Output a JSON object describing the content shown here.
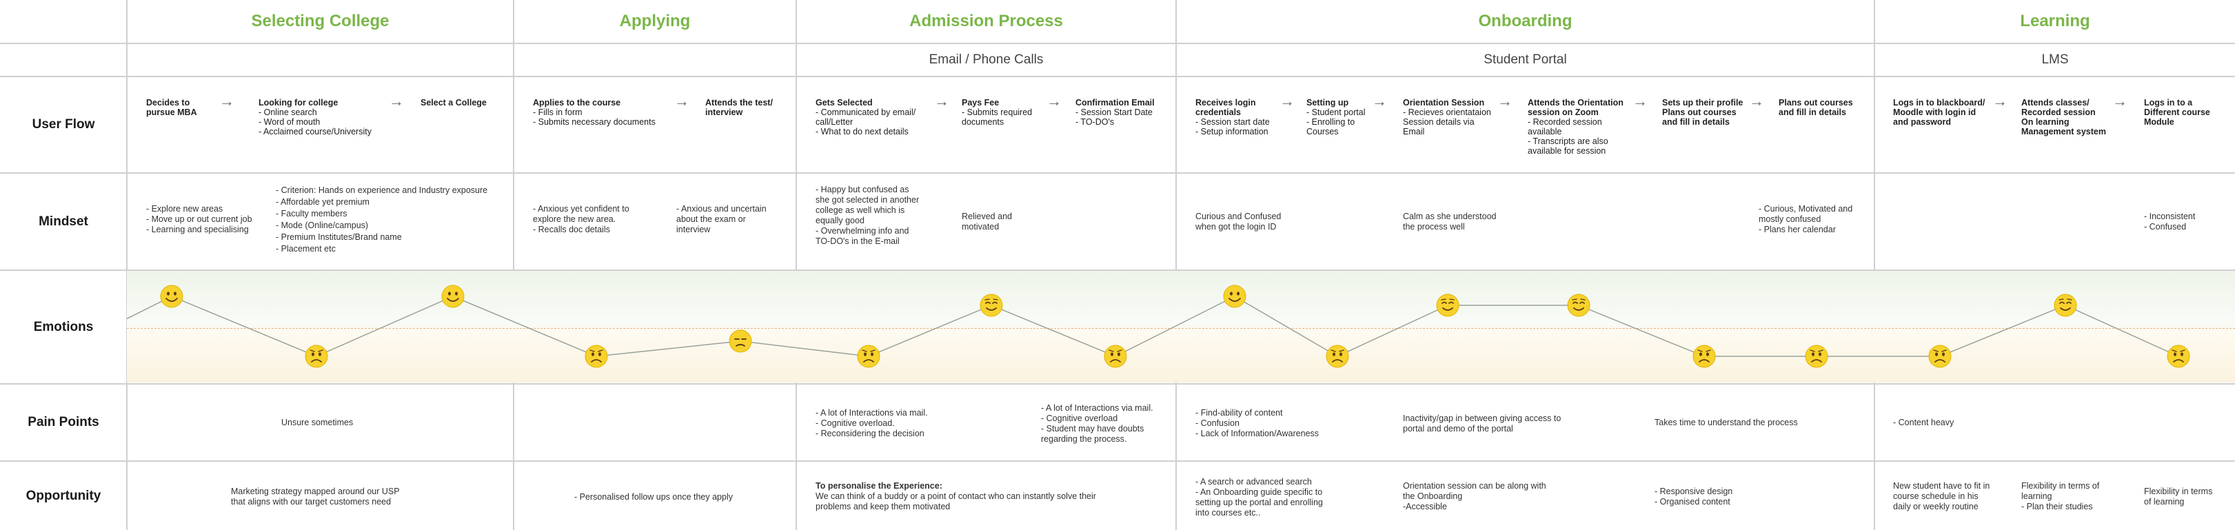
{
  "phases": [
    "Selecting College",
    "Applying",
    "Admission Process",
    "Onboarding",
    "Learning"
  ],
  "channels": [
    "Email / Phone Calls",
    "Student Portal",
    "LMS"
  ],
  "rows": [
    "User Flow",
    "Mindset",
    "Emotions",
    "Pain Points",
    "Opportunity"
  ],
  "user_flow": [
    {
      "title": "Decides to\npursue MBA",
      "detail": ""
    },
    {
      "title": "Looking for college",
      "detail": "- Online search\n- Word of mouth\n- Acclaimed course/University"
    },
    {
      "title": "Select a College",
      "detail": ""
    },
    {
      "title": "Applies to the course",
      "detail": "- Fills in form\n- Submits necessary documents"
    },
    {
      "title": "Attends the test/\ninterview",
      "detail": ""
    },
    {
      "title": "Gets Selected",
      "detail": "- Communicated by email/\n  call/Letter\n- What to do next details"
    },
    {
      "title": "Pays Fee",
      "detail": "- Submits required\n  documents"
    },
    {
      "title": "Confirmation Email",
      "detail": "- Session Start Date\n- TO-DO's"
    },
    {
      "title": "Receives login\ncredentials",
      "detail": "- Session start date\n- Setup information"
    },
    {
      "title": "Setting up",
      "detail": "- Student portal\n- Enrolling to\n  Courses"
    },
    {
      "title": "Orientation Session",
      "detail": "- Recieves orientataion\n  Session details via\n  Email"
    },
    {
      "title": "Attends the Orientation\nsession on Zoom",
      "detail": "- Recorded session\n  available\n- Transcripts are also\n  available for session"
    },
    {
      "title": "Sets up their profile\nPlans out courses\nand fill in details",
      "detail": ""
    },
    {
      "title": "Plans out courses\nand fill in details",
      "detail": ""
    },
    {
      "title": "Logs in to blackboard/\nMoodle with login id\nand password",
      "detail": ""
    },
    {
      "title": "Attends classes/\nRecorded session\nOn learning\nManagement system",
      "detail": ""
    },
    {
      "title": "Logs in to a\nDifferent course\nModule",
      "detail": ""
    }
  ],
  "mindset": [
    "- Explore new areas\n- Move up or out current job\n- Learning and specialising",
    "- Criterion: Hands on experience and Industry exposure\n- Affordable yet premium\n- Faculty members\n- Mode (Online/campus)\n- Premium Institutes/Brand name\n- Placement etc",
    "- Anxious yet confident to\n  explore the new area.\n- Recalls doc details",
    "- Anxious and uncertain\n  about the exam or\n  interview",
    "- Happy but confused as\n  she got selected in another\n  college as well which is\n  equally good\n- Overwhelming info and\n  TO-DO's in the E-mail",
    "Relieved and\nmotivated",
    "Curious and Confused\nwhen got the login ID",
    "Calm as she understood\nthe process well",
    "- Curious, Motivated and\n  mostly confused\n- Plans her calendar",
    "- Inconsistent\n- Confused"
  ],
  "emotions": {
    "faces": [
      "happy",
      "sad",
      "happy",
      "sad",
      "annoyed",
      "sad",
      "content",
      "sad",
      "happy",
      "sad",
      "content",
      "content",
      "sad",
      "sad",
      "sad",
      "content",
      "sad"
    ],
    "levels": [
      0.85,
      0.18,
      0.85,
      0.18,
      0.35,
      0.18,
      0.75,
      0.18,
      0.85,
      0.18,
      0.75,
      0.75,
      0.18,
      0.18,
      0.18,
      0.75,
      0.18
    ]
  },
  "pain_points": [
    "Unsure sometimes",
    "- A lot of Interactions via mail.\n- Cognitive overload.\n- Reconsidering the decision",
    "- A lot of Interactions via mail.\n- Cognitive overload\n- Student may have doubts\n  regarding the process.",
    "- Find-ability of content\n- Confusion\n- Lack of Information/Awareness",
    "Inactivity/gap in between giving access to\nportal and demo of the portal",
    "Takes time to understand the process",
    "- Content heavy"
  ],
  "opportunity": [
    "Marketing strategy mapped around our USP\nthat aligns with our target customers need",
    "- Personalised follow ups once they apply",
    {
      "title": "To personalise the Experience:",
      "body": "We can think of a buddy or a point of contact who can instantly solve their\nproblems and keep them motivated"
    },
    "- A search or advanced search\n- An Onboarding guide specific to\n  setting up the portal and enrolling\n  into courses etc..",
    "Orientation session can be along with\nthe Onboarding\n-Accessible",
    "- Responsive design\n- Organised content",
    "New student have to fit in\ncourse schedule in his\ndaily or weekly routine",
    "Flexibility in terms of\nlearning\n- Plan their studies",
    "Flexibility in terms\nof learning"
  ],
  "arrow_glyph": "→",
  "colors": {
    "phase": "#7ab648",
    "face": "#f7d12c",
    "dash": "#e8b27a"
  }
}
